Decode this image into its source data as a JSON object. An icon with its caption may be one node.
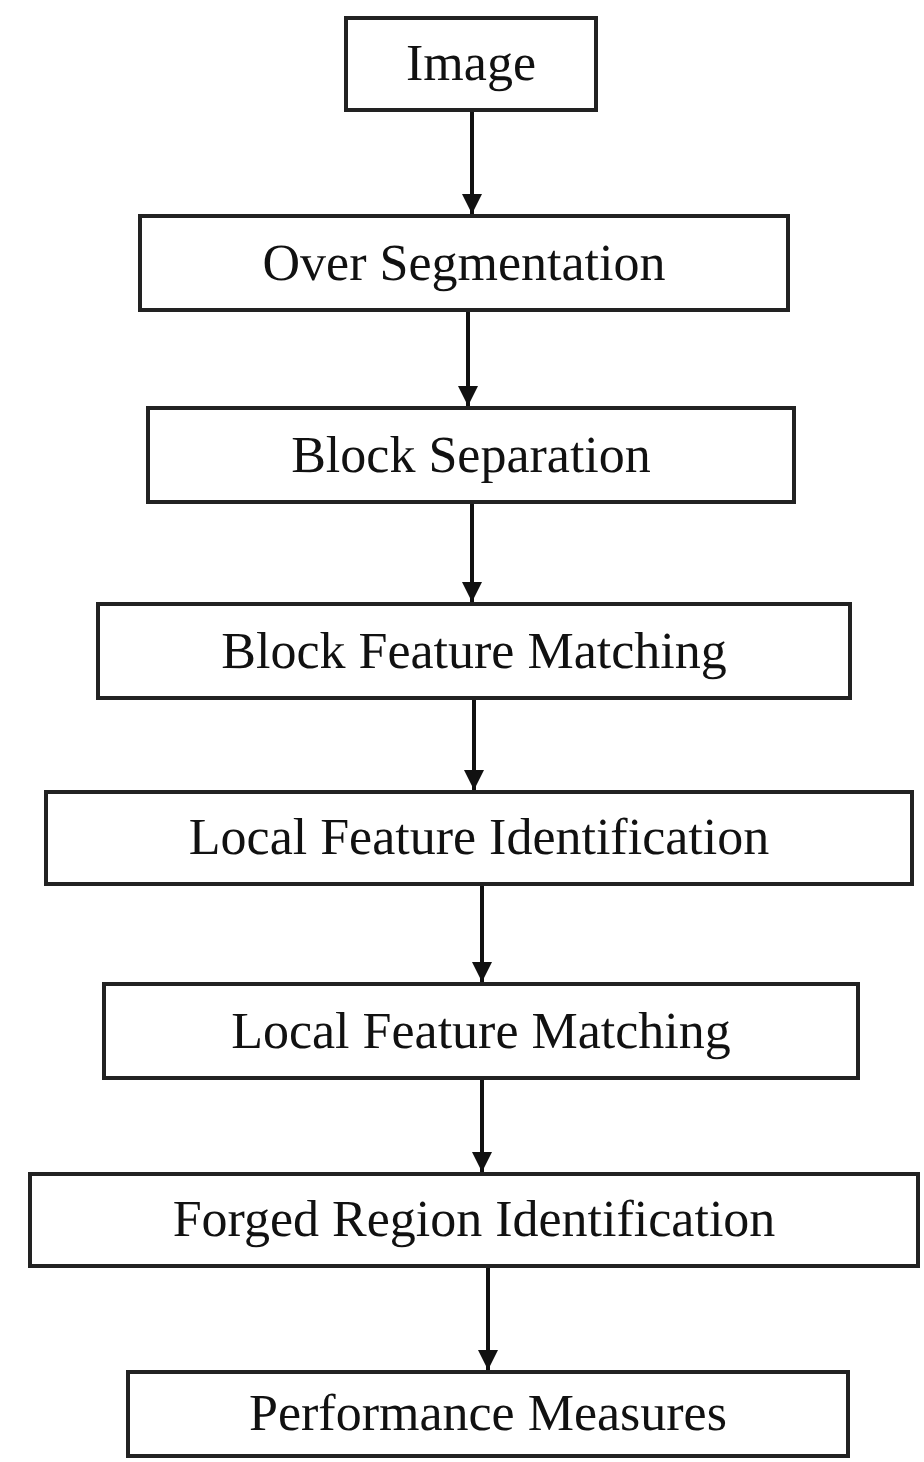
{
  "diagram": {
    "nodes": [
      {
        "text": [
          "Image"
        ]
      },
      {
        "text": [
          "Over Segmentation"
        ]
      },
      {
        "text": [
          "Block Separation"
        ]
      },
      {
        "text": [
          "Block Feature Matching"
        ]
      },
      {
        "text": [
          "Local Feature Identification"
        ]
      },
      {
        "text": [
          "Local Feature Matching"
        ]
      },
      {
        "text": [
          "Forged Region Identification"
        ]
      },
      {
        "text": [
          "Performance Measures"
        ]
      }
    ],
    "edges": [
      {
        "from": 0,
        "to": 1,
        "arrow": "to"
      },
      {
        "from": 1,
        "to": 2,
        "arrow": "to"
      },
      {
        "from": 2,
        "to": 3,
        "arrow": "to"
      },
      {
        "from": 3,
        "to": 4,
        "arrow": "to"
      },
      {
        "from": 4,
        "to": 5,
        "arrow": "to"
      },
      {
        "from": 5,
        "to": 6,
        "arrow": "to"
      },
      {
        "from": 6,
        "to": 7,
        "arrow": "to"
      }
    ]
  }
}
